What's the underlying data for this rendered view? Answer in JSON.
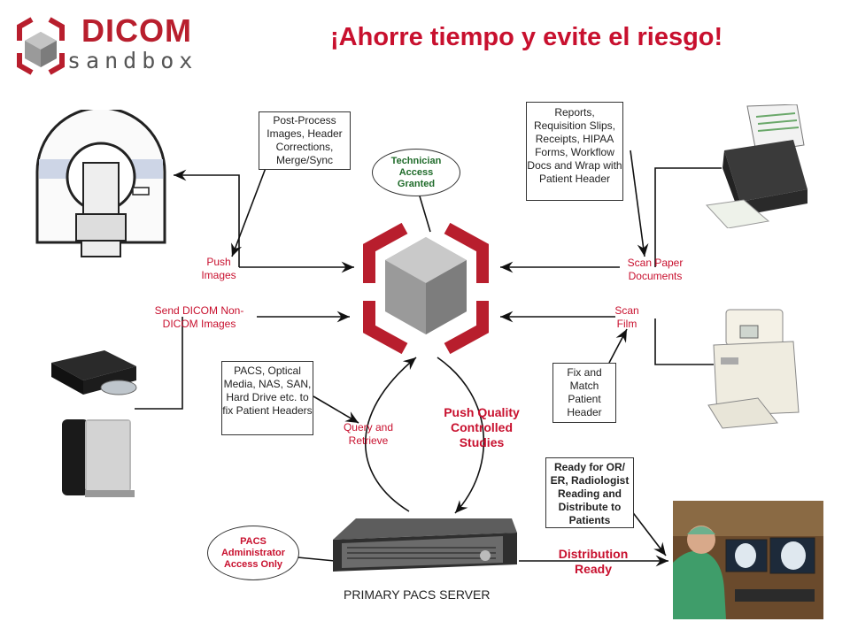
{
  "logo": {
    "title": "DICOM",
    "subtitle": "sandbox"
  },
  "headline": "¡Ahorre tiempo y evite el riesgo!",
  "boxes": {
    "post_process": "Post-Process Images, Header Corrections, Merge/Sync",
    "reports": "Reports, Requisition Slips, Receipts, HIPAA Forms, Workflow Docs and Wrap with Patient Header",
    "pacs_optical": "PACS, Optical Media, NAS, SAN, Hard Drive etc. to fix Patient Headers",
    "fix_match": "Fix and Match Patient Header",
    "ready_for_or": "Ready for OR/ ER, Radiologist Reading and Distribute to Patients"
  },
  "ellipses": {
    "technician": "Technician Access Granted",
    "pacs_admin": "PACS Administrator Access Only"
  },
  "labels": {
    "push_images": "Push Images",
    "send_dicom": "Send DICOM Non- DICOM Images",
    "scan_paper": "Scan Paper Documents",
    "scan_film": "Scan Film",
    "query_retrieve": "Query and Retrieve",
    "push_quality": "Push Quality Controlled Studies",
    "distribution_ready": "Distribution Ready",
    "server": "PRIMARY PACS SERVER"
  },
  "colors": {
    "brand_red": "#b81e2d",
    "label_red": "#c8102e",
    "cube_gray": "#9a9a9a"
  }
}
